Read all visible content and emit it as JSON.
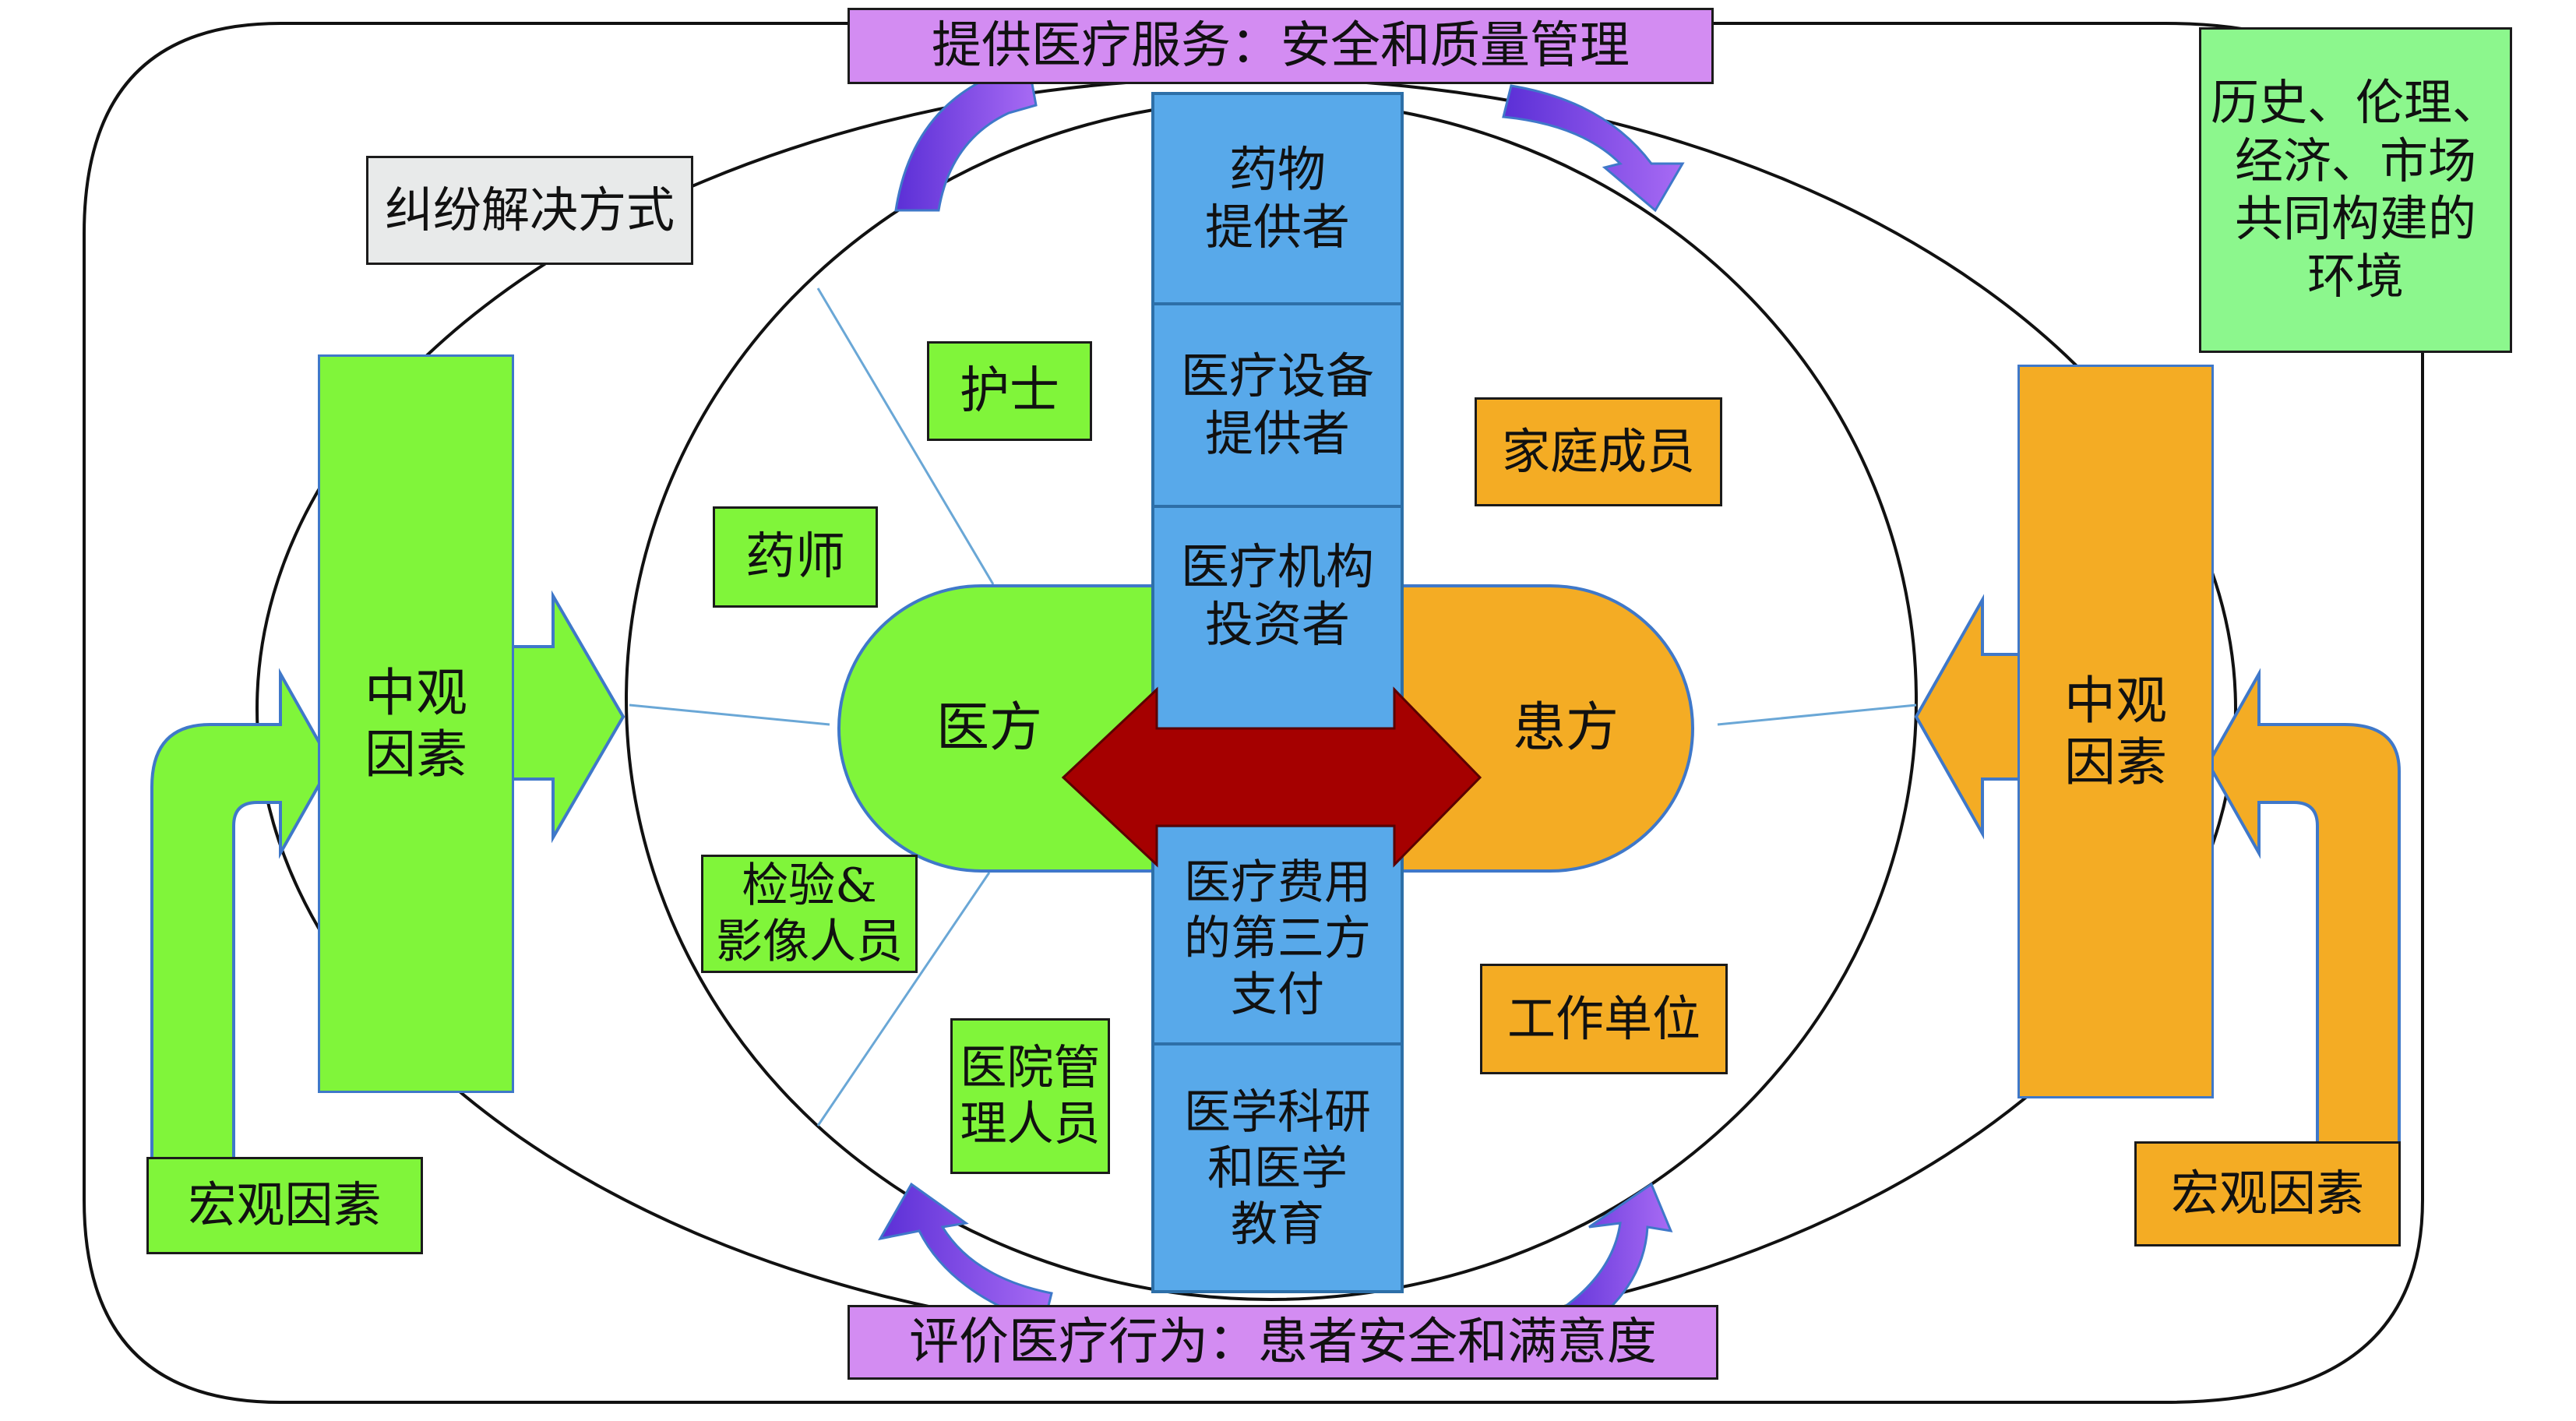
{
  "colors": {
    "green": "#80f53a",
    "orange": "#f4ac24",
    "blue": "#58a9ea",
    "violet": "#d38cf2",
    "dark_red": "#a50000",
    "purple_arrow": "#7b3fe6",
    "env_green": "#8cf78d",
    "grey": "#e8eaea"
  },
  "top_banner": "提供医疗服务：安全和质量管理",
  "bottom_banner": "评价医疗行为：患者安全和满意度",
  "dispute_resolution": "纠纷解决方式",
  "environment": "历史、伦理、\n经济、市场\n共同构建的\n环境",
  "left": {
    "meso": "中观\n因素",
    "macro": "宏观因素",
    "medical_side": "医方",
    "staff": {
      "nurse": "护士",
      "pharmacist": "药师",
      "lab_imaging": "检验&\n影像人员",
      "hospital_admin": "医院管\n理人员"
    }
  },
  "right": {
    "meso": "中观\n因素",
    "macro": "宏观因素",
    "patient_side": "患方",
    "family": "家庭成员",
    "workplace": "工作单位"
  },
  "center_column": {
    "drug_supplier": "药物\n提供者",
    "equipment_supplier": "医疗设备\n提供者",
    "investor": "医疗机构\n投资者",
    "third_party_payer": "医疗费用\n的第三方\n支付",
    "research_education": "医学科研\n和医学\n教育"
  }
}
